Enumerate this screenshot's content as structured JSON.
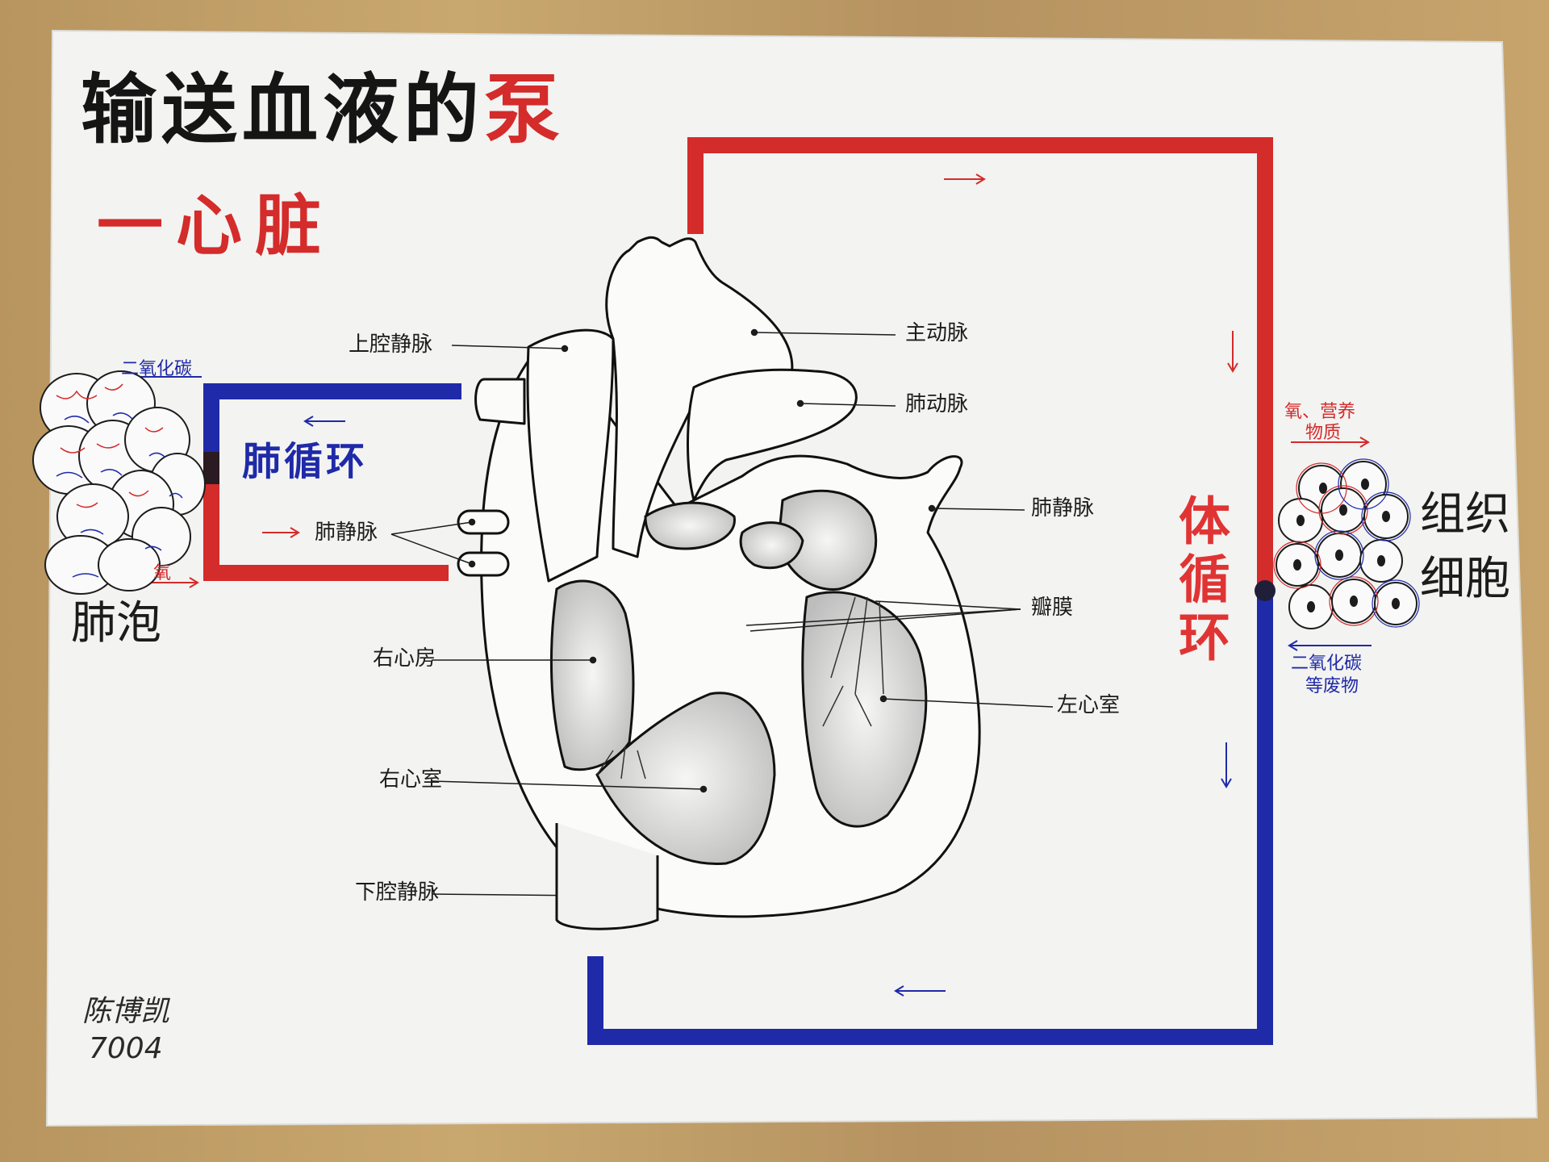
{
  "title": {
    "main": "输送血液的",
    "accent": "泵"
  },
  "subtitle": "一心脏",
  "labels": {
    "svc": "上腔静脉",
    "aorta": "主动脉",
    "pulm_artery": "肺动脉",
    "pulm_vein_left": "肺静脉",
    "pulm_vein_right": "肺静脉",
    "valve": "瓣膜",
    "right_atrium": "右心房",
    "left_ventricle": "左心室",
    "right_ventricle": "右心室",
    "ivc": "下腔静脉"
  },
  "lung": {
    "name": "肺泡",
    "co2": "二氧化碳",
    "o2": "氧",
    "circulation": "肺循环"
  },
  "tissue": {
    "name_line1": "组织",
    "name_line2": "细胞",
    "o2_nutrients_line1": "氧、营养",
    "o2_nutrients_line2": "物质",
    "co2_waste_line1": "二氧化碳",
    "co2_waste_line2": "等废物",
    "circulation": "体循环"
  },
  "signature": {
    "name": "陈博凯",
    "class": "7004"
  },
  "colors": {
    "artery_red": "#d42b2b",
    "vein_blue": "#1f2aa8",
    "ink": "#1c1c1c"
  }
}
